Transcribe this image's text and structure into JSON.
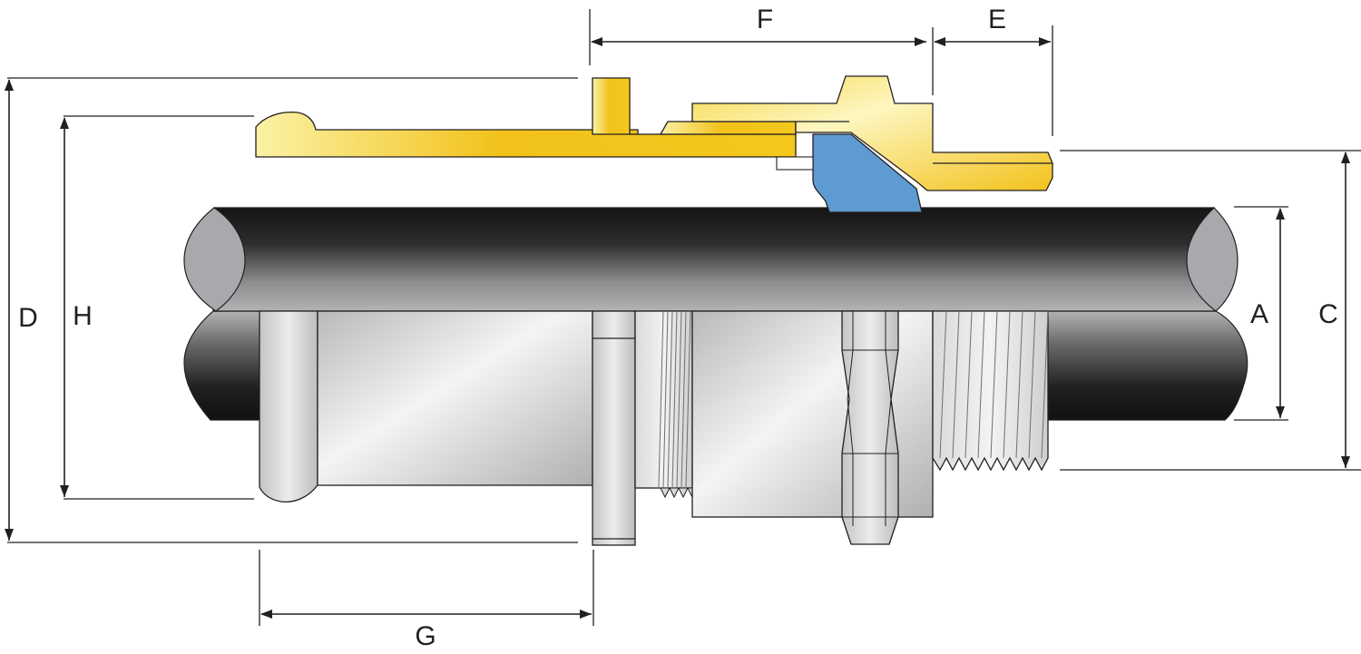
{
  "dimension_labels": {
    "F": "F",
    "E": "E",
    "D": "D",
    "H": "H",
    "A": "A",
    "C": "C",
    "G": "G"
  },
  "colors": {
    "brass_light": "#fbf2a6",
    "brass_dark": "#f2c21b",
    "seal_blue": "#5f9bd3",
    "cable_dark": "#1a1a1a",
    "cable_light": "#a9a9ab",
    "cable_end": "#a8a9ad",
    "steel_light": "#f2f2f2",
    "steel_dark": "#b5b5b5",
    "line": "#231f20"
  }
}
